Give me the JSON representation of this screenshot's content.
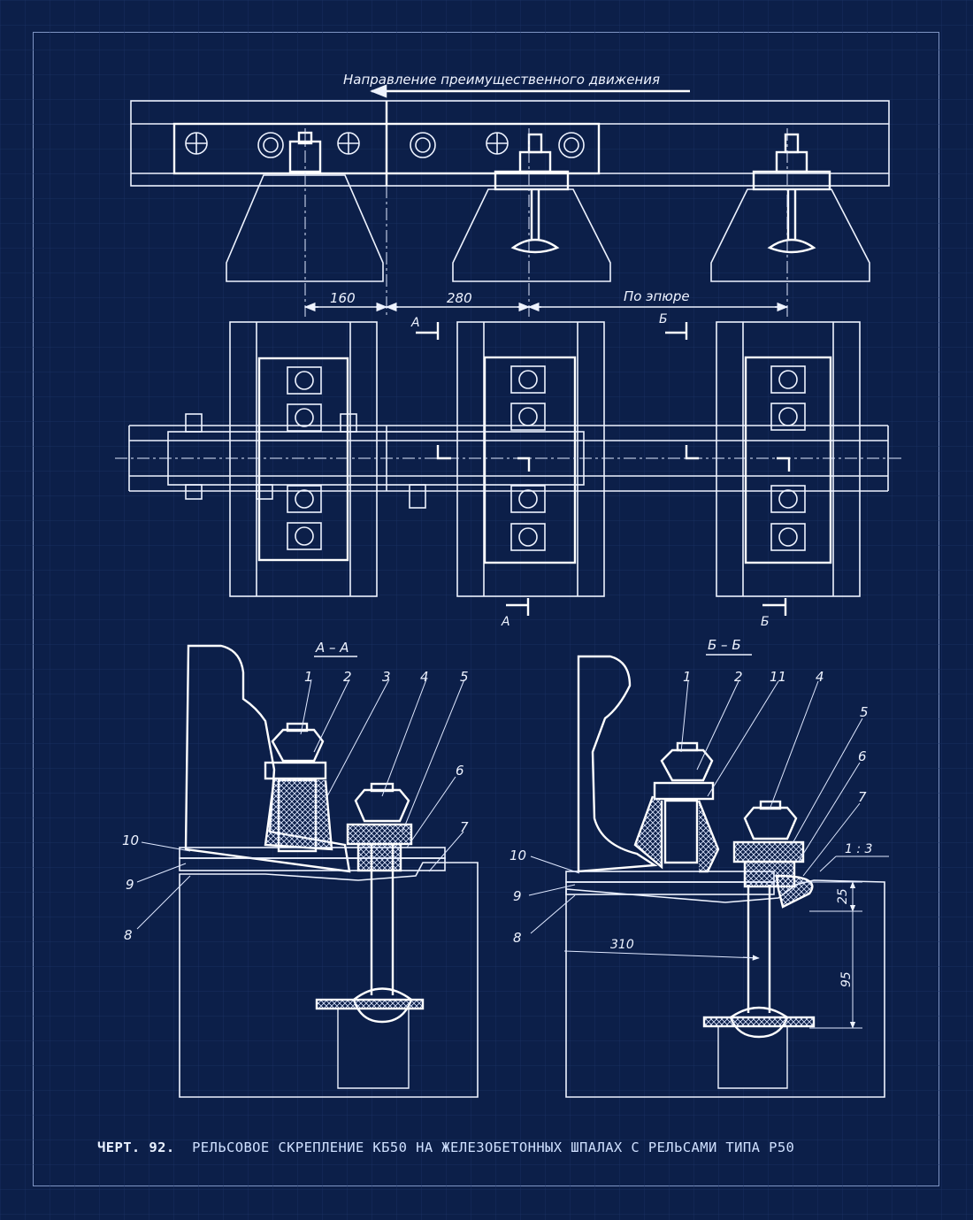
{
  "drawing": {
    "direction_label": "Направление преимущественного движения",
    "dimensions": {
      "d1": "160",
      "d2": "280",
      "d3": "По эпюре",
      "d4": "310",
      "d5": "25",
      "d6": "95",
      "slope": "1 : 3"
    },
    "section_marks": {
      "a": "А",
      "b": "Б"
    },
    "sections": {
      "aa": "А – А",
      "bb": "Б – Б"
    },
    "labels_aa": [
      "1",
      "2",
      "3",
      "4",
      "5",
      "6",
      "7",
      "10",
      "9",
      "8"
    ],
    "labels_bb": [
      "1",
      "2",
      "11",
      "4",
      "5",
      "6",
      "7",
      "10",
      "9",
      "8"
    ]
  },
  "caption": {
    "number": "ЧЕРТ. 92.",
    "text": "РЕЛЬСОВОЕ СКРЕПЛЕНИЕ КБ50 НА ЖЕЛЕЗОБЕТОННЫХ ШПАЛАХ С РЕЛЬСАМИ ТИПА Р50"
  },
  "colors": {
    "background": "#0c1f49",
    "lines": "#eef3ff",
    "frame": "#7f95c4"
  }
}
